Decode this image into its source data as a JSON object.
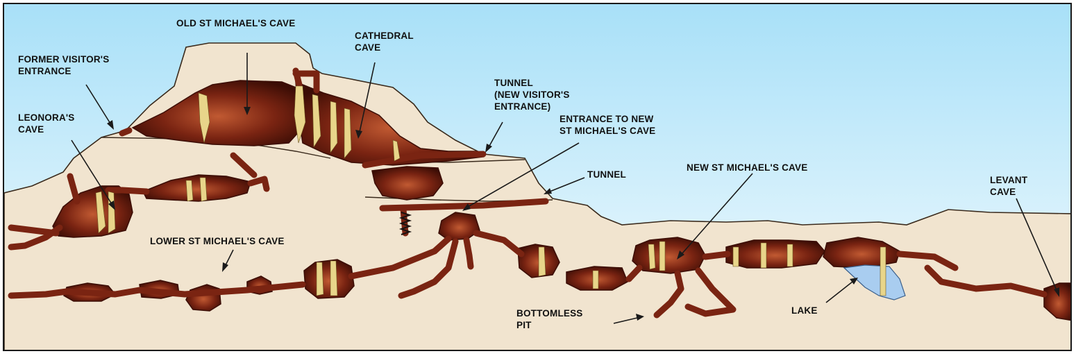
{
  "colors": {
    "sky_top": "#a8e0f8",
    "sky_bottom": "#f6fcfe",
    "rock": "#f1e4cf",
    "rock_outline": "#3a2a1c",
    "cave": "#7a2412",
    "cave_dark": "#3b0d05",
    "cave_glow": "#c15a32",
    "stalactite": "#e8d58a",
    "lake": "#a9cdf0",
    "passage": "#1a1210"
  },
  "labels": {
    "old_st_michaels": "OLD ST MICHAEL'S CAVE",
    "cathedral_1": "CATHEDRAL",
    "cathedral_2": "CAVE",
    "former_entrance_1": "FORMER VISITOR'S",
    "former_entrance_2": "ENTRANCE",
    "leonoras_1": "LEONORA'S",
    "leonoras_2": "CAVE",
    "tunnel_new_1": "TUNNEL",
    "tunnel_new_2": "(NEW VISITOR'S",
    "tunnel_new_3": "ENTRANCE)",
    "entrance_new_1": "ENTRANCE TO NEW",
    "entrance_new_2": "ST MICHAEL'S CAVE",
    "tunnel": "TUNNEL",
    "new_st_michaels": "NEW ST MICHAEL'S CAVE",
    "levant_1": "LEVANT",
    "levant_2": "CAVE",
    "lower_st_michaels": "LOWER ST MICHAEL'S CAVE",
    "bottomless_1": "BOTTOMLESS",
    "bottomless_2": "PIT",
    "lake": "LAKE"
  }
}
